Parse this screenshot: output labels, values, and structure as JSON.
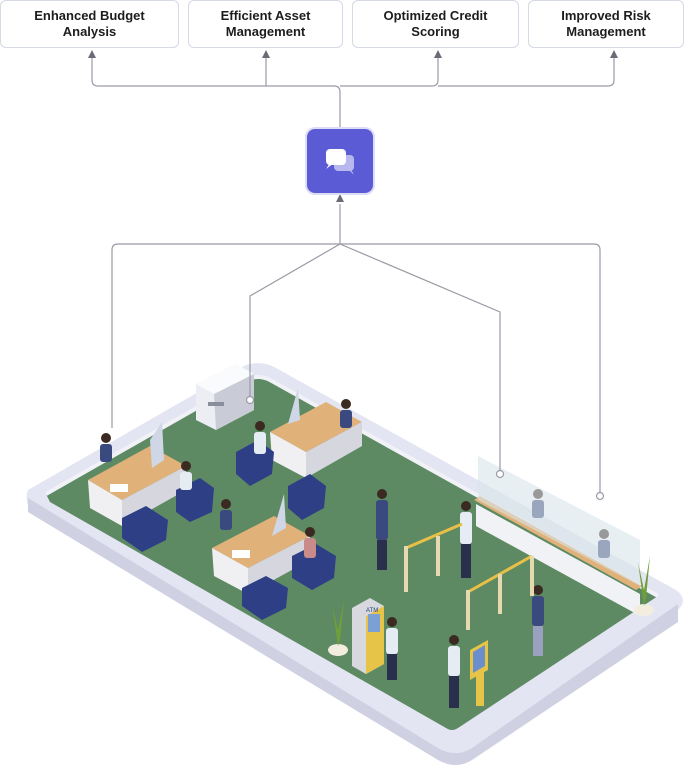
{
  "outcomes": [
    {
      "line1": "Enhanced Budget",
      "line2": "Analysis"
    },
    {
      "line1": "Efficient Asset",
      "line2": "Management"
    },
    {
      "line1": "Optimized Credit",
      "line2": "Scoring"
    },
    {
      "line1": "Improved Risk",
      "line2": "Management"
    }
  ],
  "hub": {
    "icon": "chat-bubbles-icon",
    "color": "#5b5bd6"
  },
  "scene": {
    "atm_label": "ATM",
    "floor_color": "#5e8a63",
    "platform_color": "#e4e5f2"
  },
  "colors": {
    "connector": "#9a9aa6",
    "box_border": "#d6d9e6"
  }
}
